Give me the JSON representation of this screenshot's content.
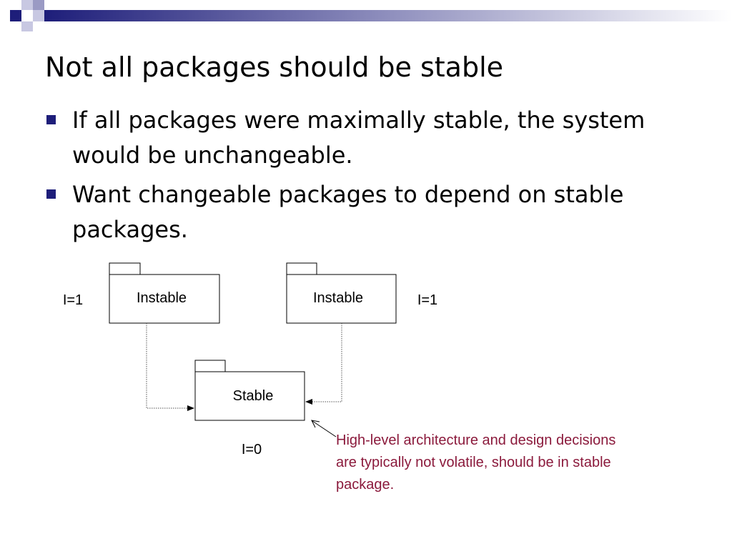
{
  "slide": {
    "title": "Not all packages should be stable",
    "bullets": [
      "If all packages were maximally stable, the system would be unchangeable.",
      "Want changeable packages to depend on stable packages."
    ]
  },
  "diagram": {
    "packages": {
      "left": {
        "name": "Instable",
        "metric": "I=1"
      },
      "right": {
        "name": "Instable",
        "metric": "I=1"
      },
      "bottom": {
        "name": "Stable",
        "metric": "I=0"
      }
    },
    "note": {
      "lines": [
        "High-level architecture and design decisions",
        "are typically not volatile, should be in stable",
        "package."
      ],
      "color": "#8b1a3c"
    }
  },
  "theme": {
    "accent": "#1e1e7a",
    "accent_light": "#9a9ac4",
    "bar_gradient": [
      "#1e1e7a",
      "#ffffff"
    ]
  }
}
